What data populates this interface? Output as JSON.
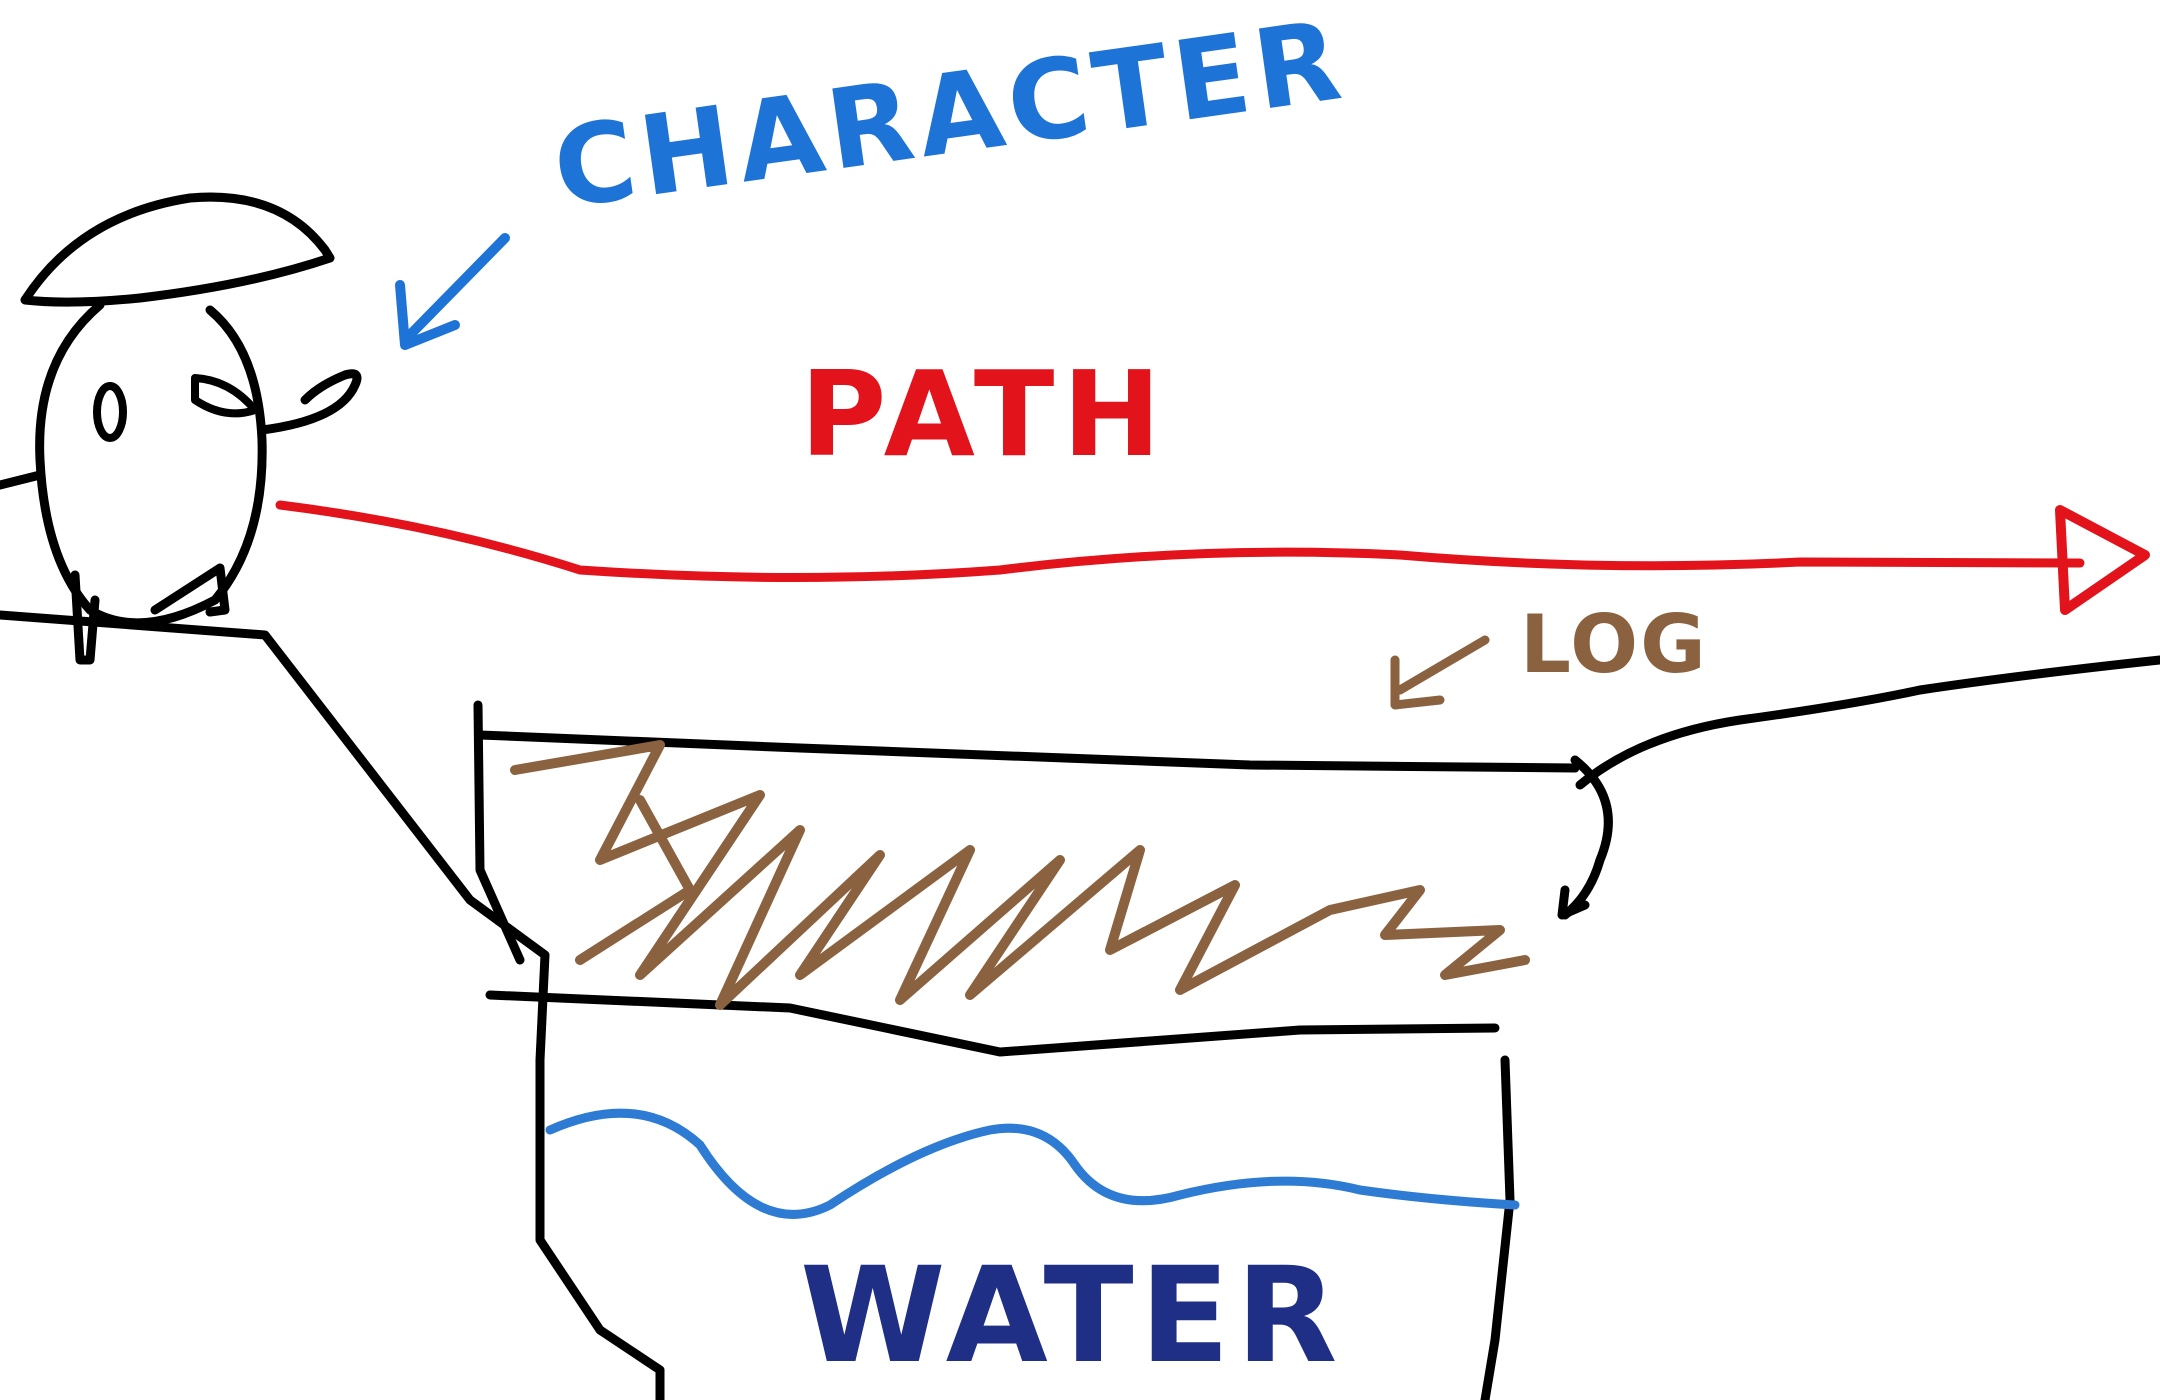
{
  "labels": {
    "character": "CHARACTER",
    "path": "PATH",
    "log": "LOG",
    "water": "WATER"
  },
  "colors": {
    "ink": "#000000",
    "character_label": "#1e73d6",
    "path_line": "#e3131b",
    "log": "#8b6240",
    "water_line": "#2d7bd3",
    "water_label": "#1f2f86",
    "background": "#ffffff"
  },
  "elements": [
    "character-figure",
    "character-arrow",
    "path-arrow",
    "log-arrow",
    "log-scribble",
    "pit-outline",
    "water-surface"
  ]
}
